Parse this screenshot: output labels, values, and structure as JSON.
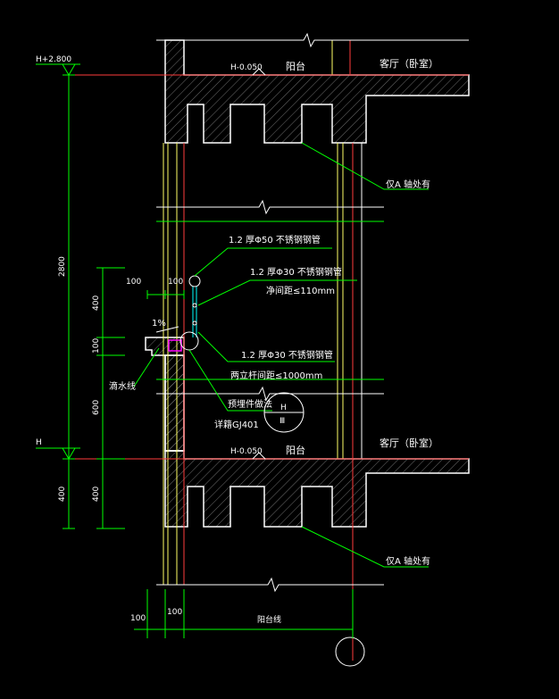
{
  "colors": {
    "background": "#000000",
    "wall": "#ffffff",
    "dimension": "#00ff00",
    "axis_red": "#ff3b3b",
    "rail": "#ffff66",
    "leader": "#00ff00",
    "embed": "#ff00ff",
    "hatch": "#9a9a9a"
  },
  "labels": {
    "elev_top": "H+2.800",
    "elev_bottom": "H",
    "balcony_top_level": "H-0.050",
    "balcony_top": "阳台",
    "room_top": "客厅（卧室）",
    "note_top": "仅A 轴处有",
    "balcony_bottom_level": "H-0.050",
    "balcony_bottom": "阳台",
    "room_bottom": "客厅（卧室）",
    "note_bottom": "仅A 轴处有",
    "pipe1": "1.2  厚Φ50  不锈钢钢管",
    "pipe2": "1.2  厚Φ30  不锈钢钢管",
    "pipe2_note": "净间距≤110mm",
    "pipe3": "1.2  厚Φ30  不锈钢钢管",
    "pipe3_note": "两立杆间距≤1000mm",
    "drip_line": "滴水线",
    "embed": "预埋件做法",
    "detail_ref": "详籍GJ401",
    "detail_bubble_top": "H",
    "detail_bubble_bottom": "Ⅲ",
    "slope": "1%",
    "axis_label": "阳台线"
  },
  "dimensions": {
    "total_height": "2800",
    "d400a": "400",
    "d100a": "100",
    "d600": "600",
    "d400b": "400",
    "d400c": "400",
    "d100_top_left": "100",
    "d100_top_right": "100",
    "d100_bottom_left": "100",
    "d100_bottom_right": "100"
  }
}
